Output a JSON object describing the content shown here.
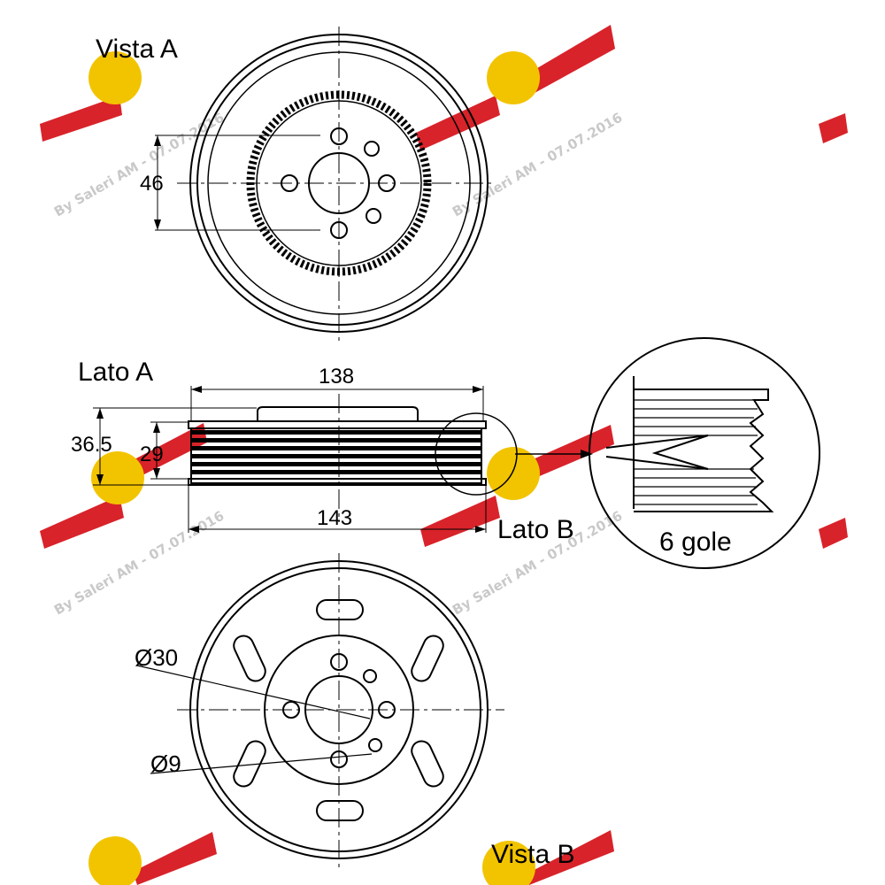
{
  "labels": {
    "view_a": "Vista A",
    "side_a": "Lato A",
    "side_b": "Lato B",
    "view_b": "Vista B",
    "grooves": "6 gole"
  },
  "dimensions": {
    "bolt_circle": "46",
    "width_138": "138",
    "width_143": "143",
    "height_36_5": "36.5",
    "height_29": "29",
    "center_diameter": "Ø30",
    "hole_diameter": "Ø9"
  },
  "watermark": {
    "text": "By Saleri AM - 07.07.2016"
  },
  "colors": {
    "line": "#000000",
    "watermark_text": "#c9c9c9",
    "logo_red": "#d8232a",
    "logo_yellow": "#f2c400"
  }
}
